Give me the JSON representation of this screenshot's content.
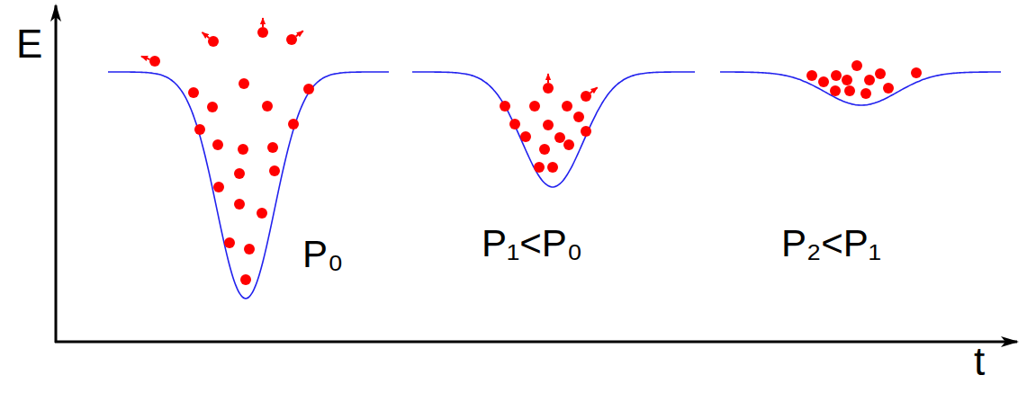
{
  "diagram": {
    "labels": [
      "E",
      "t",
      "P₀",
      "P₁<P₀",
      "P₂<P₁"
    ]
  }
}
